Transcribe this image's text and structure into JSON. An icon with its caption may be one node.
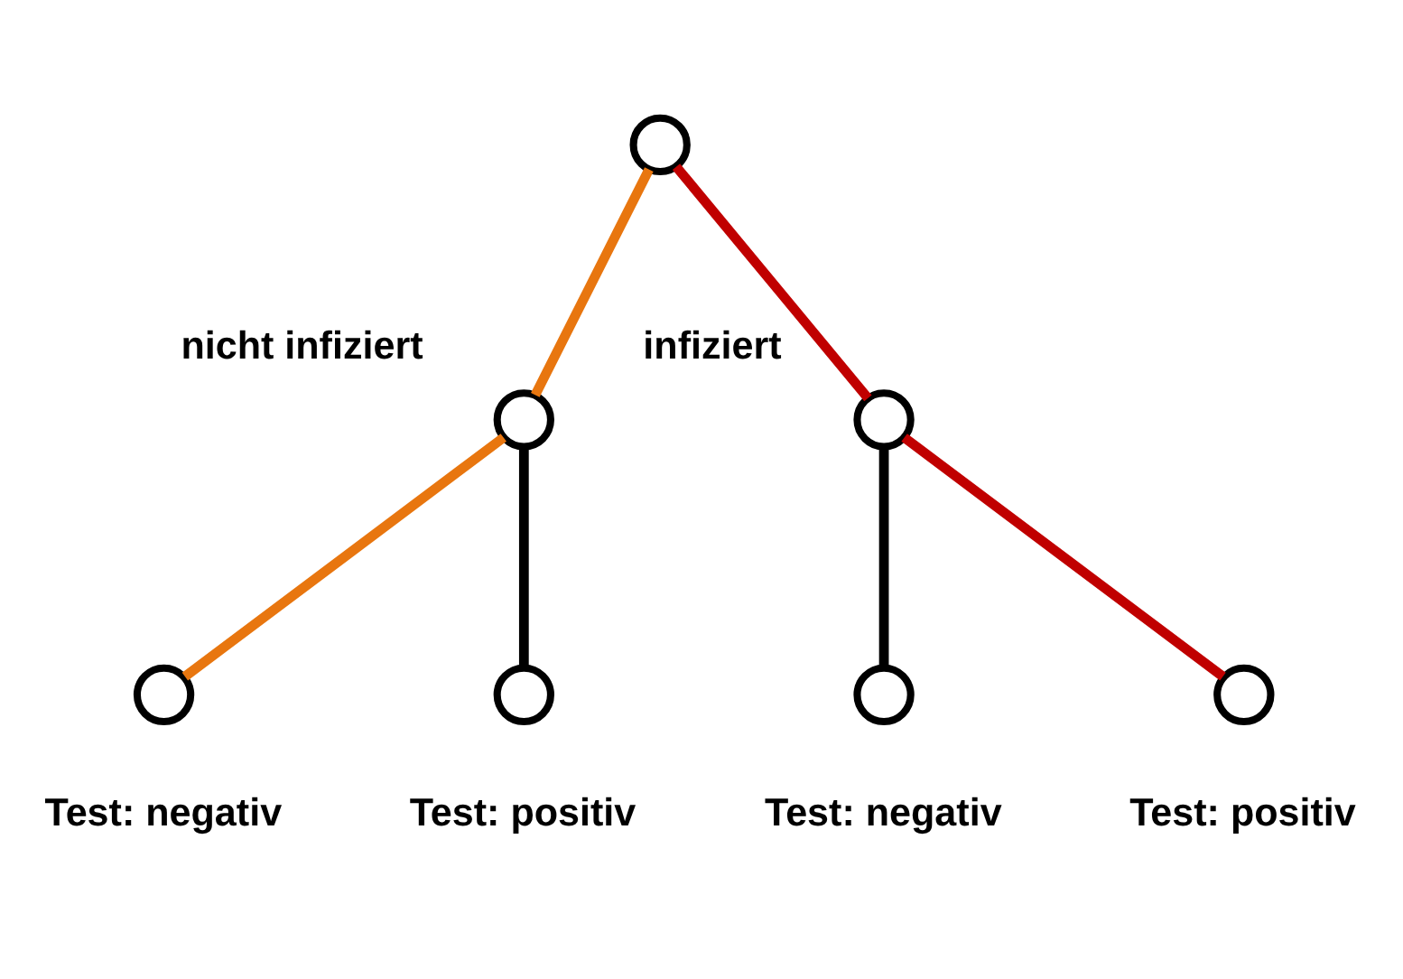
{
  "diagram": {
    "nodes": [
      {
        "text": [],
        "shape": "circle"
      },
      {
        "text": [],
        "shape": "circle",
        "beside": [
          "nicht infiziert"
        ]
      },
      {
        "text": [],
        "shape": "circle",
        "beside": [
          "infiziert"
        ]
      },
      {
        "text": [],
        "shape": "circle",
        "beside": [
          "Test: negativ"
        ]
      },
      {
        "text": [],
        "shape": "circle",
        "beside": [
          "Test: positiv"
        ]
      },
      {
        "text": [],
        "shape": "circle",
        "beside": [
          "Test: negativ"
        ]
      },
      {
        "text": [],
        "shape": "circle",
        "beside": [
          "Test: positiv"
        ]
      }
    ],
    "edges": [
      {
        "from": 0,
        "to": 1,
        "arrow": "none",
        "color": "#e8760f"
      },
      {
        "from": 0,
        "to": 2,
        "arrow": "none",
        "color": "#c00000"
      },
      {
        "from": 1,
        "to": 3,
        "arrow": "none",
        "color": "#e8760f"
      },
      {
        "from": 1,
        "to": 4,
        "arrow": "none",
        "color": "#000000"
      },
      {
        "from": 2,
        "to": 5,
        "arrow": "none",
        "color": "#000000"
      },
      {
        "from": 2,
        "to": 6,
        "arrow": "none",
        "color": "#c00000"
      }
    ]
  }
}
